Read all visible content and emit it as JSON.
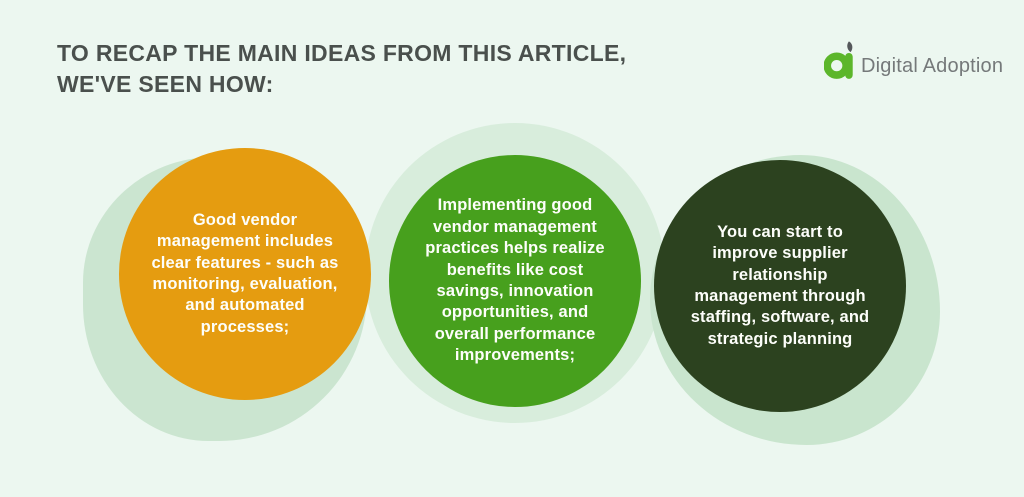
{
  "header": {
    "title": "TO RECAP THE MAIN IDEAS FROM THIS ARTICLE,\nWE'VE SEEN HOW:"
  },
  "logo": {
    "name": "Digital Adoption"
  },
  "bubbles": [
    {
      "label": "vendor-management-features",
      "text": "Good vendor\nmanagement includes\nclear features - such as\nmonitoring, evaluation,\nand automated\nprocesses;"
    },
    {
      "label": "vendor-management-benefits",
      "text": "Implementing good\nvendor management\npractices helps realize\nbenefits like cost\nsavings, innovation\nopportunities, and\noverall performance\nimprovements;"
    },
    {
      "label": "supplier-relationship-start",
      "text": "You can start to\nimprove supplier\nrelationship\nmanagement through\nstaffing, software, and\nstrategic planning"
    }
  ],
  "colors": {
    "background": "#ECF7F0",
    "heading_text": "#4A504D",
    "bubble_orange": "#E59C10",
    "bubble_green": "#47A01D",
    "bubble_dark_green": "#2C421F",
    "halo_left": "#CBE5D0",
    "halo_middle": "#D8EDDC",
    "halo_right": "#C9E5CE",
    "bubble_text": "#FDFEFA",
    "logo_mark_green": "#5CB62B",
    "logo_leaf_gray": "#55585B",
    "logo_text_gray": "#75797A"
  }
}
